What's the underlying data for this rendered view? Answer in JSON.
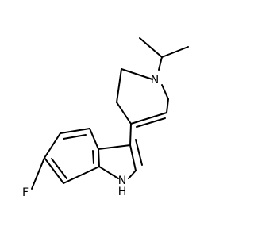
{
  "molecule": {
    "atoms": {
      "N_pip": {
        "symbol": "N",
        "color": "#000000"
      },
      "F": {
        "symbol": "F",
        "color": "#000000"
      },
      "N_ind": {
        "symbol": "H",
        "color": "#000000"
      }
    },
    "labels": {
      "N_pip": "N",
      "F": "F",
      "N_ind_N": "N",
      "N_ind_H": "H"
    }
  }
}
